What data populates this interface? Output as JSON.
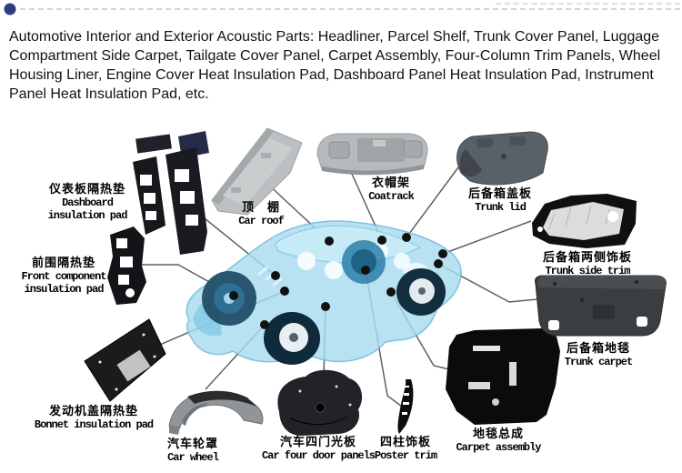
{
  "decor": {
    "bullet_color": "#2e3d7e",
    "dash_color": "#d4d4d4"
  },
  "header": {
    "text": "Automotive Interior and Exterior Acoustic Parts: Headliner, Parcel Shelf, Trunk Cover Panel, Luggage Compartment Side Carpet, Tailgate Cover Panel, Carpet Assembly, Four-Column Trim Panels, Wheel Housing Liner, Engine Cover Heat Insulation Pad, Dashboard Panel Heat Insulation Pad, Instrument Panel Heat Insulation Pad, etc."
  },
  "diagram": {
    "colors": {
      "car_body": "#a9dbf0",
      "car_stroke": "#64b6d8",
      "connector": "#606060",
      "dot": "#111111"
    },
    "labels": {
      "dashboard": {
        "zh": "仪表板隔热垫",
        "en": "Dashboard",
        "en2": "insulation pad"
      },
      "front_component": {
        "zh": "前围隔热垫",
        "en": "Front component",
        "en2": "insulation pad"
      },
      "car_roof": {
        "zh": "顶　棚",
        "en": "Car roof"
      },
      "coatrack": {
        "zh": "衣帽架",
        "en": "Coatrack"
      },
      "trunk_lid": {
        "zh": "后备箱盖板",
        "en": "Trunk lid"
      },
      "trunk_side_trim": {
        "zh": "后备箱两侧饰板",
        "en": "Trunk side trim"
      },
      "trunk_carpet": {
        "zh": "后备箱地毯",
        "en": "Trunk carpet"
      },
      "carpet_assembly": {
        "zh": "地毯总成",
        "en": "Carpet assembly"
      },
      "poster_trim": {
        "zh": "四柱饰板",
        "en": "Poster trim"
      },
      "door_panels": {
        "zh": "汽车四门光板",
        "en": "Car four door panels"
      },
      "car_wheel": {
        "zh": "汽车轮罩",
        "en": "Car wheel"
      },
      "bonnet": {
        "zh": "发动机盖隔热垫",
        "en": "Bonnet insulation pad"
      }
    }
  }
}
